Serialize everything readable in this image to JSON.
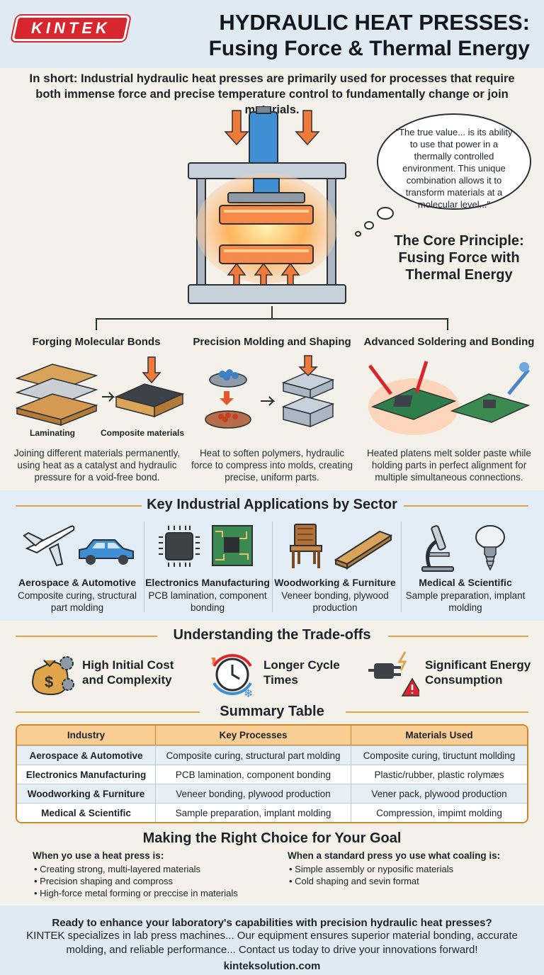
{
  "header": {
    "logo": "KINTEK",
    "title_line1": "HYDRAULIC HEAT PRESSES:",
    "title_line2": "Fusing Force & Thermal Energy"
  },
  "intro": {
    "lead": "In short:",
    "text": "Industrial hydraulic heat presses are primarily used for processes that require both immense force and precise temperature control to fundamentally change or join materials."
  },
  "quote": "\"The true value... is its ability to use that power in a thermally controlled environment. This unique combination allows it to transform materials at a molecular level...\"",
  "core_principle": "The Core Principle: Fusing Force with Thermal Energy",
  "processes": [
    {
      "title": "Forging Molecular Bonds",
      "captions": [
        "Laminating",
        "Composite materials"
      ],
      "desc": "Joining different materials permanently, using heat as a catalyst and hydraulic pressure for a void-free bond."
    },
    {
      "title": "Precision Molding and Shaping",
      "desc": "Heat to soften polymers, hydraulic force to compress into molds, creating precise, uniform parts."
    },
    {
      "title": "Advanced Soldering and Bonding",
      "desc": "Heated platens melt solder paste while holding parts in perfect alignment for multiple simultaneous connections."
    }
  ],
  "sectors": {
    "title": "Key Industrial Applications by Sector",
    "items": [
      {
        "name": "Aerospace & Automotive",
        "desc": "Composite curing, structural part molding",
        "icons": [
          "airplane-icon",
          "car-icon"
        ]
      },
      {
        "name": "Electronics Manufacturing",
        "desc": "PCB lamination, component bonding",
        "icons": [
          "chip-icon",
          "circuit-board-icon"
        ]
      },
      {
        "name": "Woodworking & Furniture",
        "desc": "Veneer bonding, plywood production",
        "icons": [
          "chair-icon",
          "wood-plank-icon"
        ]
      },
      {
        "name": "Medical & Scientific",
        "desc": "Sample preparation, implant molding",
        "icons": [
          "microscope-icon",
          "dental-implant-icon"
        ]
      }
    ]
  },
  "tradeoffs": {
    "title": "Understanding the Trade-offs",
    "items": [
      {
        "label": "High Initial Cost and Complexity",
        "icon": "money-bag-gears-icon"
      },
      {
        "label": "Longer Cycle Times",
        "icon": "clock-cycle-icon"
      },
      {
        "label": "Significant Energy Consumption",
        "icon": "power-plug-warning-icon"
      }
    ]
  },
  "table": {
    "title": "Summary Table",
    "headers": [
      "Industry",
      "Key Processes",
      "Materials Used"
    ],
    "rows": [
      [
        "Aerospace & Automotive",
        "Composite curing, structural part molding",
        "Composite curing, tiructunt mollding"
      ],
      [
        "Electronics Manufacturing",
        "PCB lamination, component bonding",
        "Plastic/rubber, plastic rolymæs"
      ],
      [
        "Woodworking & Furniture",
        "Veneer bonding, plywood production",
        "Vener pack, plywood production"
      ],
      [
        "Medical & Scientific",
        "Sample preparation, implant molding",
        "Compression, impimt molding"
      ]
    ]
  },
  "choice": {
    "title": "Making the Right Choice for Your Goal",
    "left_heading": "When yo use a heat press is:",
    "left_items": [
      "Creating strong, multi-layered materials",
      "Precision shaping and compross",
      "High-force metal forming or preccise in materials"
    ],
    "right_heading": "When a standard press yo use what coaling is:",
    "right_items": [
      "Simple assembly or nyposific materials",
      "Cold shaping and sevin format"
    ]
  },
  "footer": {
    "cta": "Ready to enhance your laboratory's capabilities with precision hydraulic heat presses?",
    "body": "KINTEK specializes in lab press machines... Our equipment ensures superior material bonding, accurate molding, and reliable performance... Contact us today to drive your innovations forward!",
    "site": "kinteksolution.com"
  },
  "colors": {
    "brand_red": "#d8262e",
    "accent_orange": "#e0a44a",
    "header_blue": "#dfeaf3"
  }
}
